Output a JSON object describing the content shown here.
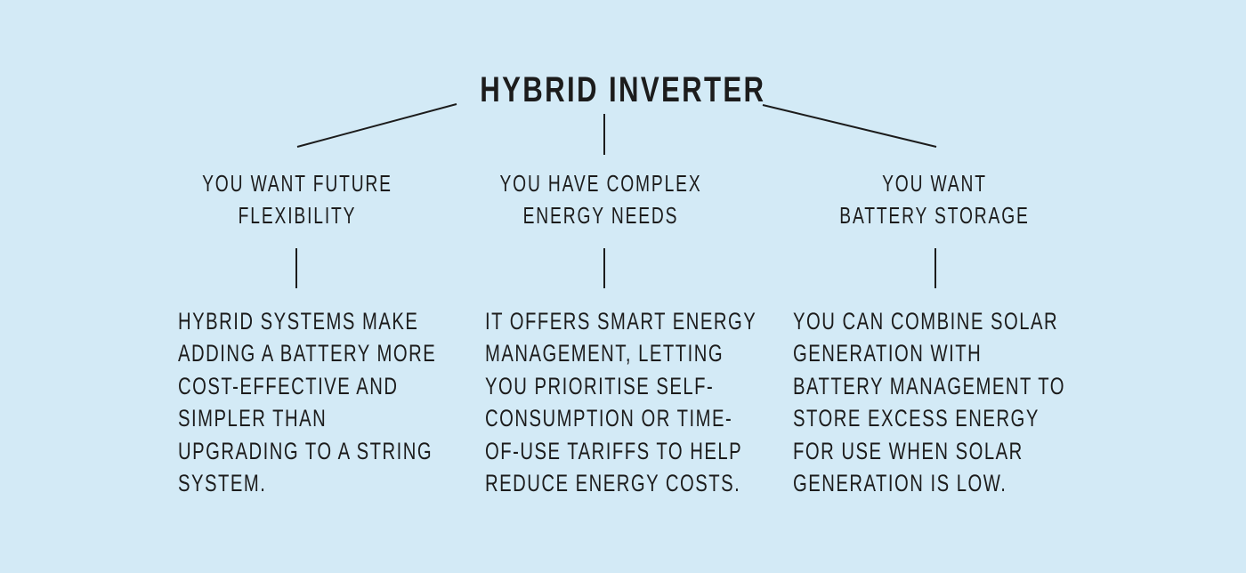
{
  "title": "HYBRID INVERTER",
  "colors": {
    "background": "#d3eaf6",
    "text": "#1c1c1c",
    "lines": "#1c1c1c"
  },
  "branches": [
    {
      "heading": [
        "YOU WANT FUTURE",
        "FLEXIBILITY"
      ],
      "description": [
        "HYBRID SYSTEMS MAKE",
        "ADDING A BATTERY MORE",
        "COST-EFFECTIVE AND",
        "SIMPLER THAN",
        "UPGRADING TO A STRING",
        "SYSTEM."
      ]
    },
    {
      "heading": [
        "YOU HAVE COMPLEX",
        "ENERGY NEEDS"
      ],
      "description": [
        "IT OFFERS SMART ENERGY",
        "MANAGEMENT, LETTING",
        "YOU PRIORITISE SELF-",
        "CONSUMPTION OR TIME-",
        "OF-USE TARIFFS TO HELP",
        "REDUCE ENERGY COSTS."
      ]
    },
    {
      "heading": [
        "YOU WANT",
        "BATTERY STORAGE"
      ],
      "description": [
        "YOU CAN COMBINE SOLAR",
        "GENERATION WITH",
        "BATTERY MANAGEMENT TO",
        "STORE EXCESS ENERGY",
        "FOR USE WHEN SOLAR",
        "GENERATION IS LOW."
      ]
    }
  ]
}
